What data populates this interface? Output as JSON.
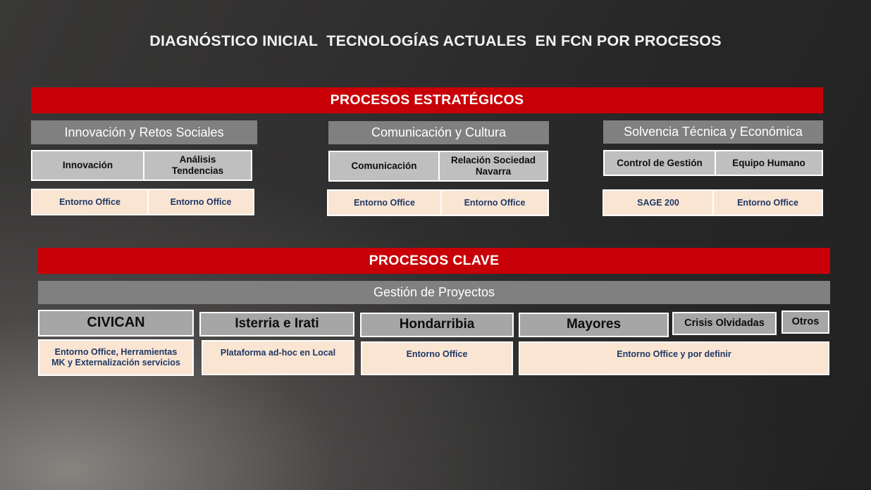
{
  "slide": {
    "title": "DIAGNÓSTICO INICIAL  TECNOLOGÍAS ACTUALES  EN FCN POR PROCESOS",
    "colors": {
      "accent_red": "#C80007",
      "header_gray": "#808080",
      "subprocess_gray": "#BFBFBF",
      "project_gray": "#A6A6A6",
      "tech_peach": "#FAE5D3",
      "tech_text_navy": "#1F3864",
      "background_dark": "#262626"
    }
  },
  "strategic": {
    "banner": "PROCESOS ESTRATÉGICOS",
    "groups": [
      {
        "header": "Innovación y Retos Sociales",
        "subprocesses": [
          "Innovación",
          "Análisis\nTendencias"
        ],
        "technologies": [
          "Entorno Office",
          "Entorno Office"
        ]
      },
      {
        "header": "Comunicación y Cultura",
        "subprocesses": [
          "Comunicación",
          "Relación Sociedad\nNavarra"
        ],
        "technologies": [
          "Entorno Office",
          "Entorno Office"
        ]
      },
      {
        "header": "Solvencia Técnica y Económica",
        "subprocesses": [
          "Control de Gestión",
          "Equipo Humano"
        ],
        "technologies": [
          "SAGE 200",
          "Entorno Office"
        ]
      }
    ]
  },
  "key": {
    "banner": "PROCESOS CLAVE",
    "group_header": "Gestión de Proyectos",
    "projects": [
      {
        "name": "CIVICAN"
      },
      {
        "name": "Isterria e Irati"
      },
      {
        "name": "Hondarribia"
      },
      {
        "name": "Mayores"
      },
      {
        "name": "Crisis Olvidadas"
      },
      {
        "name": "Otros"
      }
    ],
    "technologies": [
      "Entorno Office, Herramientas\nMK y Externalización servicios",
      "Plataforma ad-hoc en Local",
      "Entorno Office",
      "Entorno Office y por definir"
    ]
  }
}
